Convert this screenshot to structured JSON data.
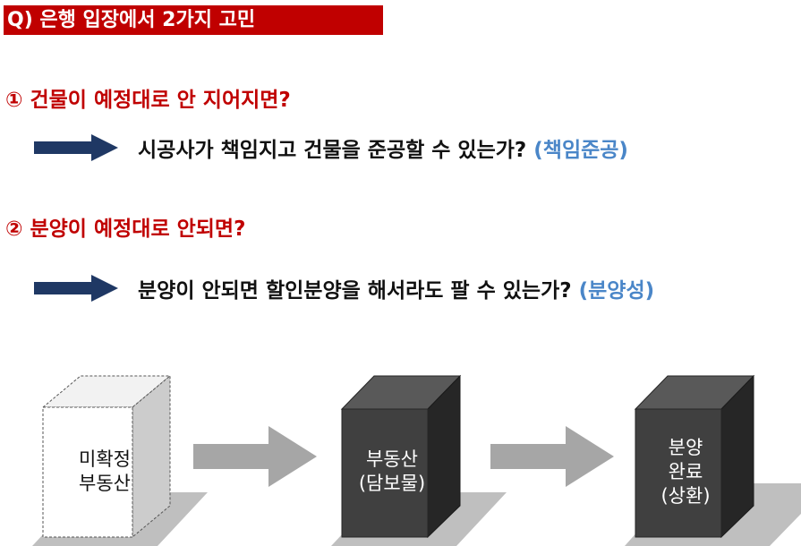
{
  "header": {
    "title": "Q) 은행 입장에서 2가지 고민"
  },
  "concerns": [
    {
      "question": "① 건물이 예정대로 안 지어지면?",
      "answer": "시공사가 책임지고 건물을 준공할 수 있는가?",
      "tag": "(책임준공)"
    },
    {
      "question": "② 분양이 예정대로 안되면?",
      "answer": "분양이 안되면 할인분양을 해서라도 팔 수 있는가?",
      "tag": "(분양성)"
    }
  ],
  "stages": [
    {
      "line1": "미확정",
      "line2": "부동산",
      "line3": ""
    },
    {
      "line1": "부동산",
      "line2": "(담보물)",
      "line3": ""
    },
    {
      "line1": "분양",
      "line2": "완료",
      "line3": "(상환)"
    }
  ],
  "colors": {
    "title_bg": "#c00000",
    "question": "#c00000",
    "tag": "#4a86c8",
    "arrow": "#1f3864",
    "box_dark_front": "#404040",
    "box_light_front": "#ffffff",
    "stage_arrow": "#a6a6a6",
    "shadow": "#bfbfbf"
  }
}
